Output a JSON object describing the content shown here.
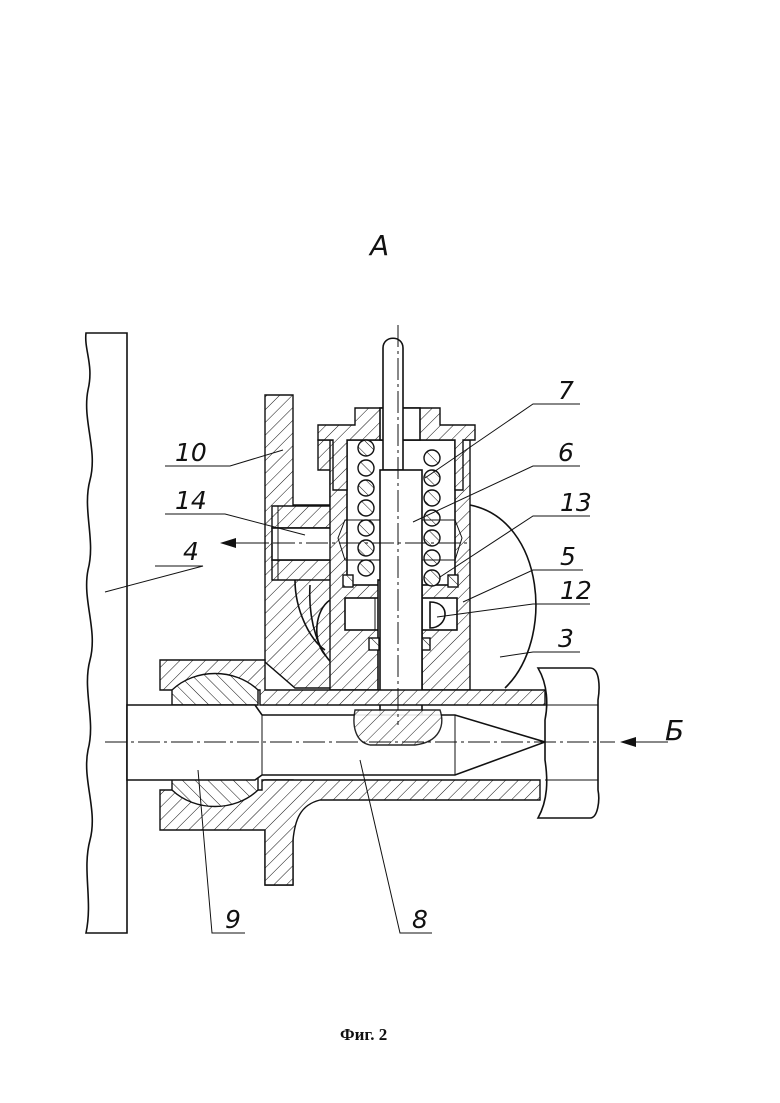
{
  "view_label": "A",
  "direction_label": "Б",
  "caption": "Фиг. 2",
  "parts": [
    {
      "id": "p3",
      "label": "3"
    },
    {
      "id": "p4",
      "label": "4"
    },
    {
      "id": "p5",
      "label": "5"
    },
    {
      "id": "p6",
      "label": "6"
    },
    {
      "id": "p7",
      "label": "7"
    },
    {
      "id": "p8",
      "label": "8"
    },
    {
      "id": "p9",
      "label": "9"
    },
    {
      "id": "p10",
      "label": "10"
    },
    {
      "id": "p12",
      "label": "12"
    },
    {
      "id": "p13",
      "label": "13"
    },
    {
      "id": "p14",
      "label": "14"
    }
  ]
}
